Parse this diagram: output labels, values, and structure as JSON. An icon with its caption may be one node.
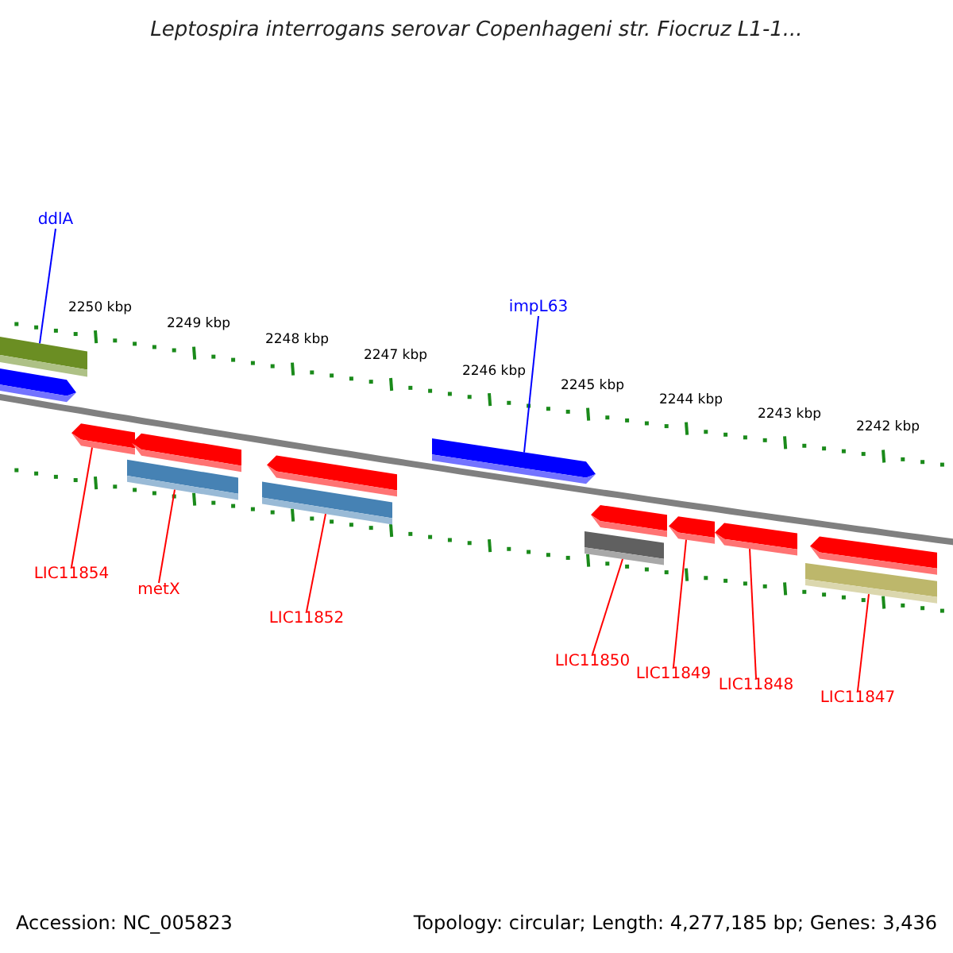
{
  "diagram": {
    "title": "Leptospira interrogans serovar Copenhageni str. Fiocruz L1-1...",
    "nodes": [
      {
        "text": [
          "ddlA"
        ]
      },
      {
        "text": [
          "impL63"
        ]
      },
      {
        "text": [
          "LIC11854"
        ]
      },
      {
        "text": [
          "metX"
        ]
      },
      {
        "text": [
          "LIC11852"
        ]
      },
      {
        "text": [
          "LIC11850"
        ]
      },
      {
        "text": [
          "LIC11849"
        ]
      },
      {
        "text": [
          "LIC11848"
        ]
      },
      {
        "text": [
          "LIC11847"
        ]
      },
      {
        "text": [],
        "shape": "bar"
      },
      {
        "text": [],
        "shape": "arrow"
      },
      {
        "text": [],
        "shape": "arrow"
      },
      {
        "text": [],
        "shape": "arrow"
      },
      {
        "text": [],
        "shape": "bar"
      },
      {
        "text": [],
        "shape": "arrow"
      },
      {
        "text": [],
        "shape": "bar"
      },
      {
        "text": [],
        "shape": "arrow"
      },
      {
        "text": [],
        "shape": "arrow"
      },
      {
        "text": [],
        "shape": "bar"
      },
      {
        "text": [],
        "shape": "arrow"
      },
      {
        "text": [],
        "shape": "arrow"
      },
      {
        "text": [],
        "shape": "arrow"
      },
      {
        "text": [],
        "shape": "bar"
      }
    ],
    "edges": [
      {
        "from": 0,
        "to": 9,
        "arrow": "none",
        "color": "#0000ff"
      },
      {
        "from": 1,
        "to": 16,
        "arrow": "none",
        "color": "#0000ff"
      },
      {
        "from": 2,
        "to": 11,
        "arrow": "none"
      },
      {
        "from": 3,
        "to": 13,
        "arrow": "none"
      },
      {
        "from": 4,
        "to": 15,
        "arrow": "none"
      },
      {
        "from": 5,
        "to": 18,
        "arrow": "none"
      },
      {
        "from": 6,
        "to": 19,
        "arrow": "none"
      },
      {
        "from": 7,
        "to": 20,
        "arrow": "none"
      },
      {
        "from": 8,
        "to": 22,
        "arrow": "none"
      }
    ],
    "labels": [
      "2250 kbp",
      "2249 kbp",
      "2248 kbp",
      "2247 kbp",
      "2246 kbp",
      "2245 kbp",
      "2244 kbp",
      "2243 kbp",
      "2242 kbp",
      "Accession: NC_005823",
      "Topology: circular; Length: 4,277,185 bp; Genes: 3,436"
    ]
  }
}
